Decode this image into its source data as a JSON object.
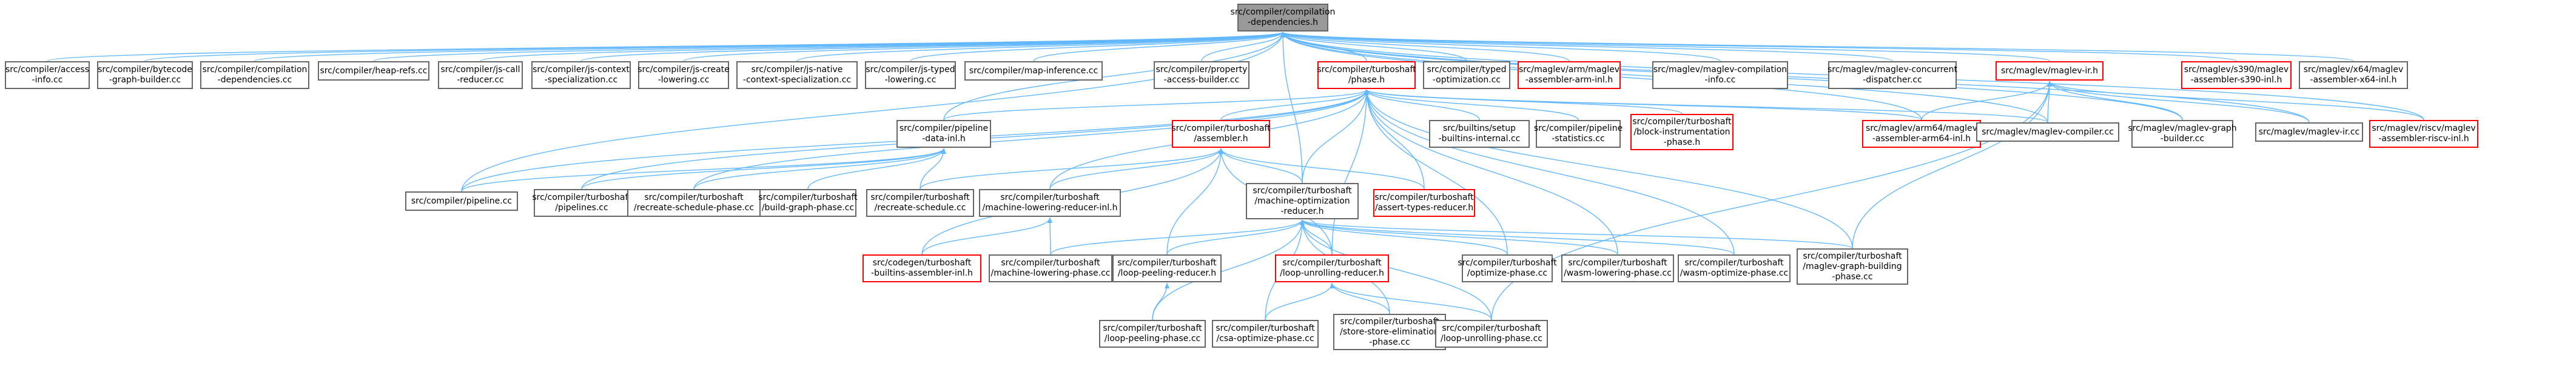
{
  "colors": {
    "edge": "#63b8ff",
    "node_border": "#666666",
    "highlight_border": "#ff0000",
    "root_fill": "#999999"
  },
  "nodes": [
    {
      "id": "root",
      "lines": [
        "src/compiler/compilation",
        "-dependencies.h"
      ],
      "style": "root"
    },
    {
      "id": "access_info",
      "lines": [
        "src/compiler/access",
        "-info.cc"
      ],
      "style": "normal"
    },
    {
      "id": "bytecode",
      "lines": [
        "src/compiler/bytecode",
        "-graph-builder.cc"
      ],
      "style": "normal"
    },
    {
      "id": "comp_deps_cc",
      "lines": [
        "src/compiler/compilation",
        "-dependencies.cc"
      ],
      "style": "normal"
    },
    {
      "id": "heap_refs",
      "lines": [
        "src/compiler/heap-refs.cc"
      ],
      "style": "normal"
    },
    {
      "id": "js_call",
      "lines": [
        "src/compiler/js-call",
        "-reducer.cc"
      ],
      "style": "normal"
    },
    {
      "id": "js_context",
      "lines": [
        "src/compiler/js-context",
        "-specialization.cc"
      ],
      "style": "normal"
    },
    {
      "id": "js_create",
      "lines": [
        "src/compiler/js-create",
        "-lowering.cc"
      ],
      "style": "normal"
    },
    {
      "id": "js_native",
      "lines": [
        "src/compiler/js-native",
        "-context-specialization.cc"
      ],
      "style": "normal"
    },
    {
      "id": "js_typed",
      "lines": [
        "src/compiler/js-typed",
        "-lowering.cc"
      ],
      "style": "normal"
    },
    {
      "id": "map_inf",
      "lines": [
        "src/compiler/map-inference.cc"
      ],
      "style": "normal"
    },
    {
      "id": "property",
      "lines": [
        "src/compiler/property",
        "-access-builder.cc"
      ],
      "style": "normal"
    },
    {
      "id": "phase_h",
      "lines": [
        "src/compiler/turboshaft",
        "/phase.h"
      ],
      "style": "red"
    },
    {
      "id": "typed_opt",
      "lines": [
        "src/compiler/typed",
        "-optimization.cc"
      ],
      "style": "normal"
    },
    {
      "id": "maglev_arm",
      "lines": [
        "src/maglev/arm/maglev",
        "-assembler-arm-inl.h"
      ],
      "style": "red"
    },
    {
      "id": "maglev_comp_info",
      "lines": [
        "src/maglev/maglev-compilation",
        "-info.cc"
      ],
      "style": "normal"
    },
    {
      "id": "maglev_conc",
      "lines": [
        "src/maglev/maglev-concurrent",
        "-dispatcher.cc"
      ],
      "style": "normal"
    },
    {
      "id": "maglev_ir_h",
      "lines": [
        "src/maglev/maglev-ir.h"
      ],
      "style": "red"
    },
    {
      "id": "maglev_s390",
      "lines": [
        "src/maglev/s390/maglev",
        "-assembler-s390-inl.h"
      ],
      "style": "red"
    },
    {
      "id": "maglev_x64",
      "lines": [
        "src/maglev/x64/maglev",
        "-assembler-x64-inl.h"
      ],
      "style": "normal"
    },
    {
      "id": "pipeline_data",
      "lines": [
        "src/compiler/pipeline",
        "-data-inl.h"
      ],
      "style": "normal"
    },
    {
      "id": "assembler_h",
      "lines": [
        "src/compiler/turboshaft",
        "/assembler.h"
      ],
      "style": "red"
    },
    {
      "id": "builtins_setup",
      "lines": [
        "src/builtins/setup",
        "-builtins-internal.cc"
      ],
      "style": "normal"
    },
    {
      "id": "pipeline_stats",
      "lines": [
        "src/compiler/pipeline",
        "-statistics.cc"
      ],
      "style": "normal"
    },
    {
      "id": "block_instr",
      "lines": [
        "src/compiler/turboshaft",
        "/block-instrumentation",
        "-phase.h"
      ],
      "style": "red"
    },
    {
      "id": "maglev_arm64",
      "lines": [
        "src/maglev/arm64/maglev",
        "-assembler-arm64-inl.h"
      ],
      "style": "red"
    },
    {
      "id": "maglev_compiler",
      "lines": [
        "src/maglev/maglev-compiler.cc"
      ],
      "style": "normal"
    },
    {
      "id": "maglev_graph_builder",
      "lines": [
        "src/maglev/maglev-graph",
        "-builder.cc"
      ],
      "style": "normal"
    },
    {
      "id": "maglev_ir_cc",
      "lines": [
        "src/maglev/maglev-ir.cc"
      ],
      "style": "normal"
    },
    {
      "id": "maglev_riscv",
      "lines": [
        "src/maglev/riscv/maglev",
        "-assembler-riscv-inl.h"
      ],
      "style": "red"
    },
    {
      "id": "pipeline_cc",
      "lines": [
        "src/compiler/pipeline.cc"
      ],
      "style": "normal"
    },
    {
      "id": "pipelines",
      "lines": [
        "src/compiler/turboshaft",
        "/pipelines.cc"
      ],
      "style": "normal"
    },
    {
      "id": "recreate_sched_phase",
      "lines": [
        "src/compiler/turboshaft",
        "/recreate-schedule-phase.cc"
      ],
      "style": "normal"
    },
    {
      "id": "build_graph",
      "lines": [
        "src/compiler/turboshaft",
        "/build-graph-phase.cc"
      ],
      "style": "normal"
    },
    {
      "id": "recreate_sched",
      "lines": [
        "src/compiler/turboshaft",
        "/recreate-schedule.cc"
      ],
      "style": "normal"
    },
    {
      "id": "mach_lower_reducer",
      "lines": [
        "src/compiler/turboshaft",
        "/machine-lowering-reducer-inl.h"
      ],
      "style": "normal"
    },
    {
      "id": "mach_opt_reducer",
      "lines": [
        "src/compiler/turboshaft",
        "/machine-optimization",
        "-reducer.h"
      ],
      "style": "normal"
    },
    {
      "id": "assert_types",
      "lines": [
        "src/compiler/turboshaft",
        "/assert-types-reducer.h"
      ],
      "style": "red"
    },
    {
      "id": "codegen_builtins",
      "lines": [
        "src/codegen/turboshaft",
        "-builtins-assembler-inl.h"
      ],
      "style": "red"
    },
    {
      "id": "mach_lower_phase",
      "lines": [
        "src/compiler/turboshaft",
        "/machine-lowering-phase.cc"
      ],
      "style": "normal"
    },
    {
      "id": "loop_peel_reducer",
      "lines": [
        "src/compiler/turboshaft",
        "/loop-peeling-reducer.h"
      ],
      "style": "normal"
    },
    {
      "id": "loop_unroll_reducer",
      "lines": [
        "src/compiler/turboshaft",
        "/loop-unrolling-reducer.h"
      ],
      "style": "red"
    },
    {
      "id": "optimize_phase",
      "lines": [
        "src/compiler/turboshaft",
        "/optimize-phase.cc"
      ],
      "style": "normal"
    },
    {
      "id": "wasm_lower",
      "lines": [
        "src/compiler/turboshaft",
        "/wasm-lowering-phase.cc"
      ],
      "style": "normal"
    },
    {
      "id": "wasm_opt",
      "lines": [
        "src/compiler/turboshaft",
        "/wasm-optimize-phase.cc"
      ],
      "style": "normal"
    },
    {
      "id": "maglev_graph_building",
      "lines": [
        "src/compiler/turboshaft",
        "/maglev-graph-building",
        "-phase.cc"
      ],
      "style": "normal"
    },
    {
      "id": "loop_peel_phase",
      "lines": [
        "src/compiler/turboshaft",
        "/loop-peeling-phase.cc"
      ],
      "style": "normal"
    },
    {
      "id": "csa_opt",
      "lines": [
        "src/compiler/turboshaft",
        "/csa-optimize-phase.cc"
      ],
      "style": "normal"
    },
    {
      "id": "store_store",
      "lines": [
        "src/compiler/turboshaft",
        "/store-store-elimination",
        "-phase.cc"
      ],
      "style": "normal"
    },
    {
      "id": "loop_unroll_phase",
      "lines": [
        "src/compiler/turboshaft",
        "/loop-unrolling-phase.cc"
      ],
      "style": "normal"
    }
  ],
  "edges": [
    [
      "access_info",
      "root"
    ],
    [
      "bytecode",
      "root"
    ],
    [
      "comp_deps_cc",
      "root"
    ],
    [
      "heap_refs",
      "root"
    ],
    [
      "js_call",
      "root"
    ],
    [
      "js_context",
      "root"
    ],
    [
      "js_create",
      "root"
    ],
    [
      "js_native",
      "root"
    ],
    [
      "js_typed",
      "root"
    ],
    [
      "map_inf",
      "root"
    ],
    [
      "property",
      "root"
    ],
    [
      "phase_h",
      "root"
    ],
    [
      "typed_opt",
      "root"
    ],
    [
      "maglev_arm",
      "root"
    ],
    [
      "maglev_comp_info",
      "root"
    ],
    [
      "maglev_conc",
      "root"
    ],
    [
      "maglev_ir_h",
      "root"
    ],
    [
      "maglev_s390",
      "root"
    ],
    [
      "maglev_x64",
      "root"
    ],
    [
      "pipeline_data",
      "root"
    ],
    [
      "mach_opt_reducer",
      "root"
    ],
    [
      "maglev_compiler",
      "root"
    ],
    [
      "maglev_ir_cc",
      "root"
    ],
    [
      "maglev_riscv",
      "root"
    ],
    [
      "maglev_arm64",
      "root"
    ],
    [
      "pipeline_cc",
      "root"
    ],
    [
      "maglev_graph_builder",
      "root"
    ],
    [
      "pipeline_data",
      "phase_h"
    ],
    [
      "assembler_h",
      "phase_h"
    ],
    [
      "builtins_setup",
      "phase_h"
    ],
    [
      "pipeline_stats",
      "phase_h"
    ],
    [
      "block_instr",
      "phase_h"
    ],
    [
      "maglev_arm64",
      "phase_h"
    ],
    [
      "maglev_compiler",
      "phase_h"
    ],
    [
      "pipeline_cc",
      "phase_h"
    ],
    [
      "pipelines",
      "phase_h"
    ],
    [
      "mach_lower_reducer",
      "phase_h"
    ],
    [
      "mach_opt_reducer",
      "phase_h"
    ],
    [
      "assert_types",
      "phase_h"
    ],
    [
      "loop_unroll_reducer",
      "phase_h"
    ],
    [
      "optimize_phase",
      "phase_h"
    ],
    [
      "wasm_lower",
      "phase_h"
    ],
    [
      "wasm_opt",
      "phase_h"
    ],
    [
      "maglev_graph_building",
      "phase_h"
    ],
    [
      "recreate_sched_phase",
      "phase_h"
    ],
    [
      "pipeline_cc",
      "pipeline_data"
    ],
    [
      "pipelines",
      "pipeline_data"
    ],
    [
      "recreate_sched_phase",
      "pipeline_data"
    ],
    [
      "build_graph",
      "pipeline_data"
    ],
    [
      "recreate_sched",
      "pipeline_data"
    ],
    [
      "mach_lower_reducer",
      "assembler_h"
    ],
    [
      "mach_opt_reducer",
      "assembler_h"
    ],
    [
      "assert_types",
      "assembler_h"
    ],
    [
      "codegen_builtins",
      "assembler_h"
    ],
    [
      "loop_peel_reducer",
      "assembler_h"
    ],
    [
      "loop_unroll_reducer",
      "assembler_h"
    ],
    [
      "recreate_sched",
      "assembler_h"
    ],
    [
      "codegen_builtins",
      "mach_lower_reducer"
    ],
    [
      "mach_lower_phase",
      "mach_lower_reducer"
    ],
    [
      "mach_lower_phase",
      "mach_opt_reducer"
    ],
    [
      "loop_peel_reducer",
      "mach_opt_reducer"
    ],
    [
      "loop_unroll_reducer",
      "mach_opt_reducer"
    ],
    [
      "optimize_phase",
      "mach_opt_reducer"
    ],
    [
      "wasm_lower",
      "mach_opt_reducer"
    ],
    [
      "wasm_opt",
      "mach_opt_reducer"
    ],
    [
      "maglev_graph_building",
      "mach_opt_reducer"
    ],
    [
      "csa_opt",
      "mach_opt_reducer"
    ],
    [
      "store_store",
      "mach_opt_reducer"
    ],
    [
      "loop_unroll_phase",
      "mach_opt_reducer"
    ],
    [
      "loop_peel_phase",
      "mach_opt_reducer"
    ],
    [
      "loop_peel_phase",
      "loop_peel_reducer"
    ],
    [
      "csa_opt",
      "loop_unroll_reducer"
    ],
    [
      "store_store",
      "loop_unroll_reducer"
    ],
    [
      "loop_unroll_phase",
      "loop_unroll_reducer"
    ],
    [
      "maglev_arm64",
      "maglev_ir_h"
    ],
    [
      "maglev_compiler",
      "maglev_ir_h"
    ],
    [
      "maglev_graph_builder",
      "maglev_ir_h"
    ],
    [
      "maglev_ir_cc",
      "maglev_ir_h"
    ],
    [
      "maglev_riscv",
      "maglev_ir_h"
    ],
    [
      "maglev_graph_building",
      "maglev_ir_h"
    ],
    [
      "loop_unroll_phase",
      "maglev_ir_h"
    ]
  ]
}
